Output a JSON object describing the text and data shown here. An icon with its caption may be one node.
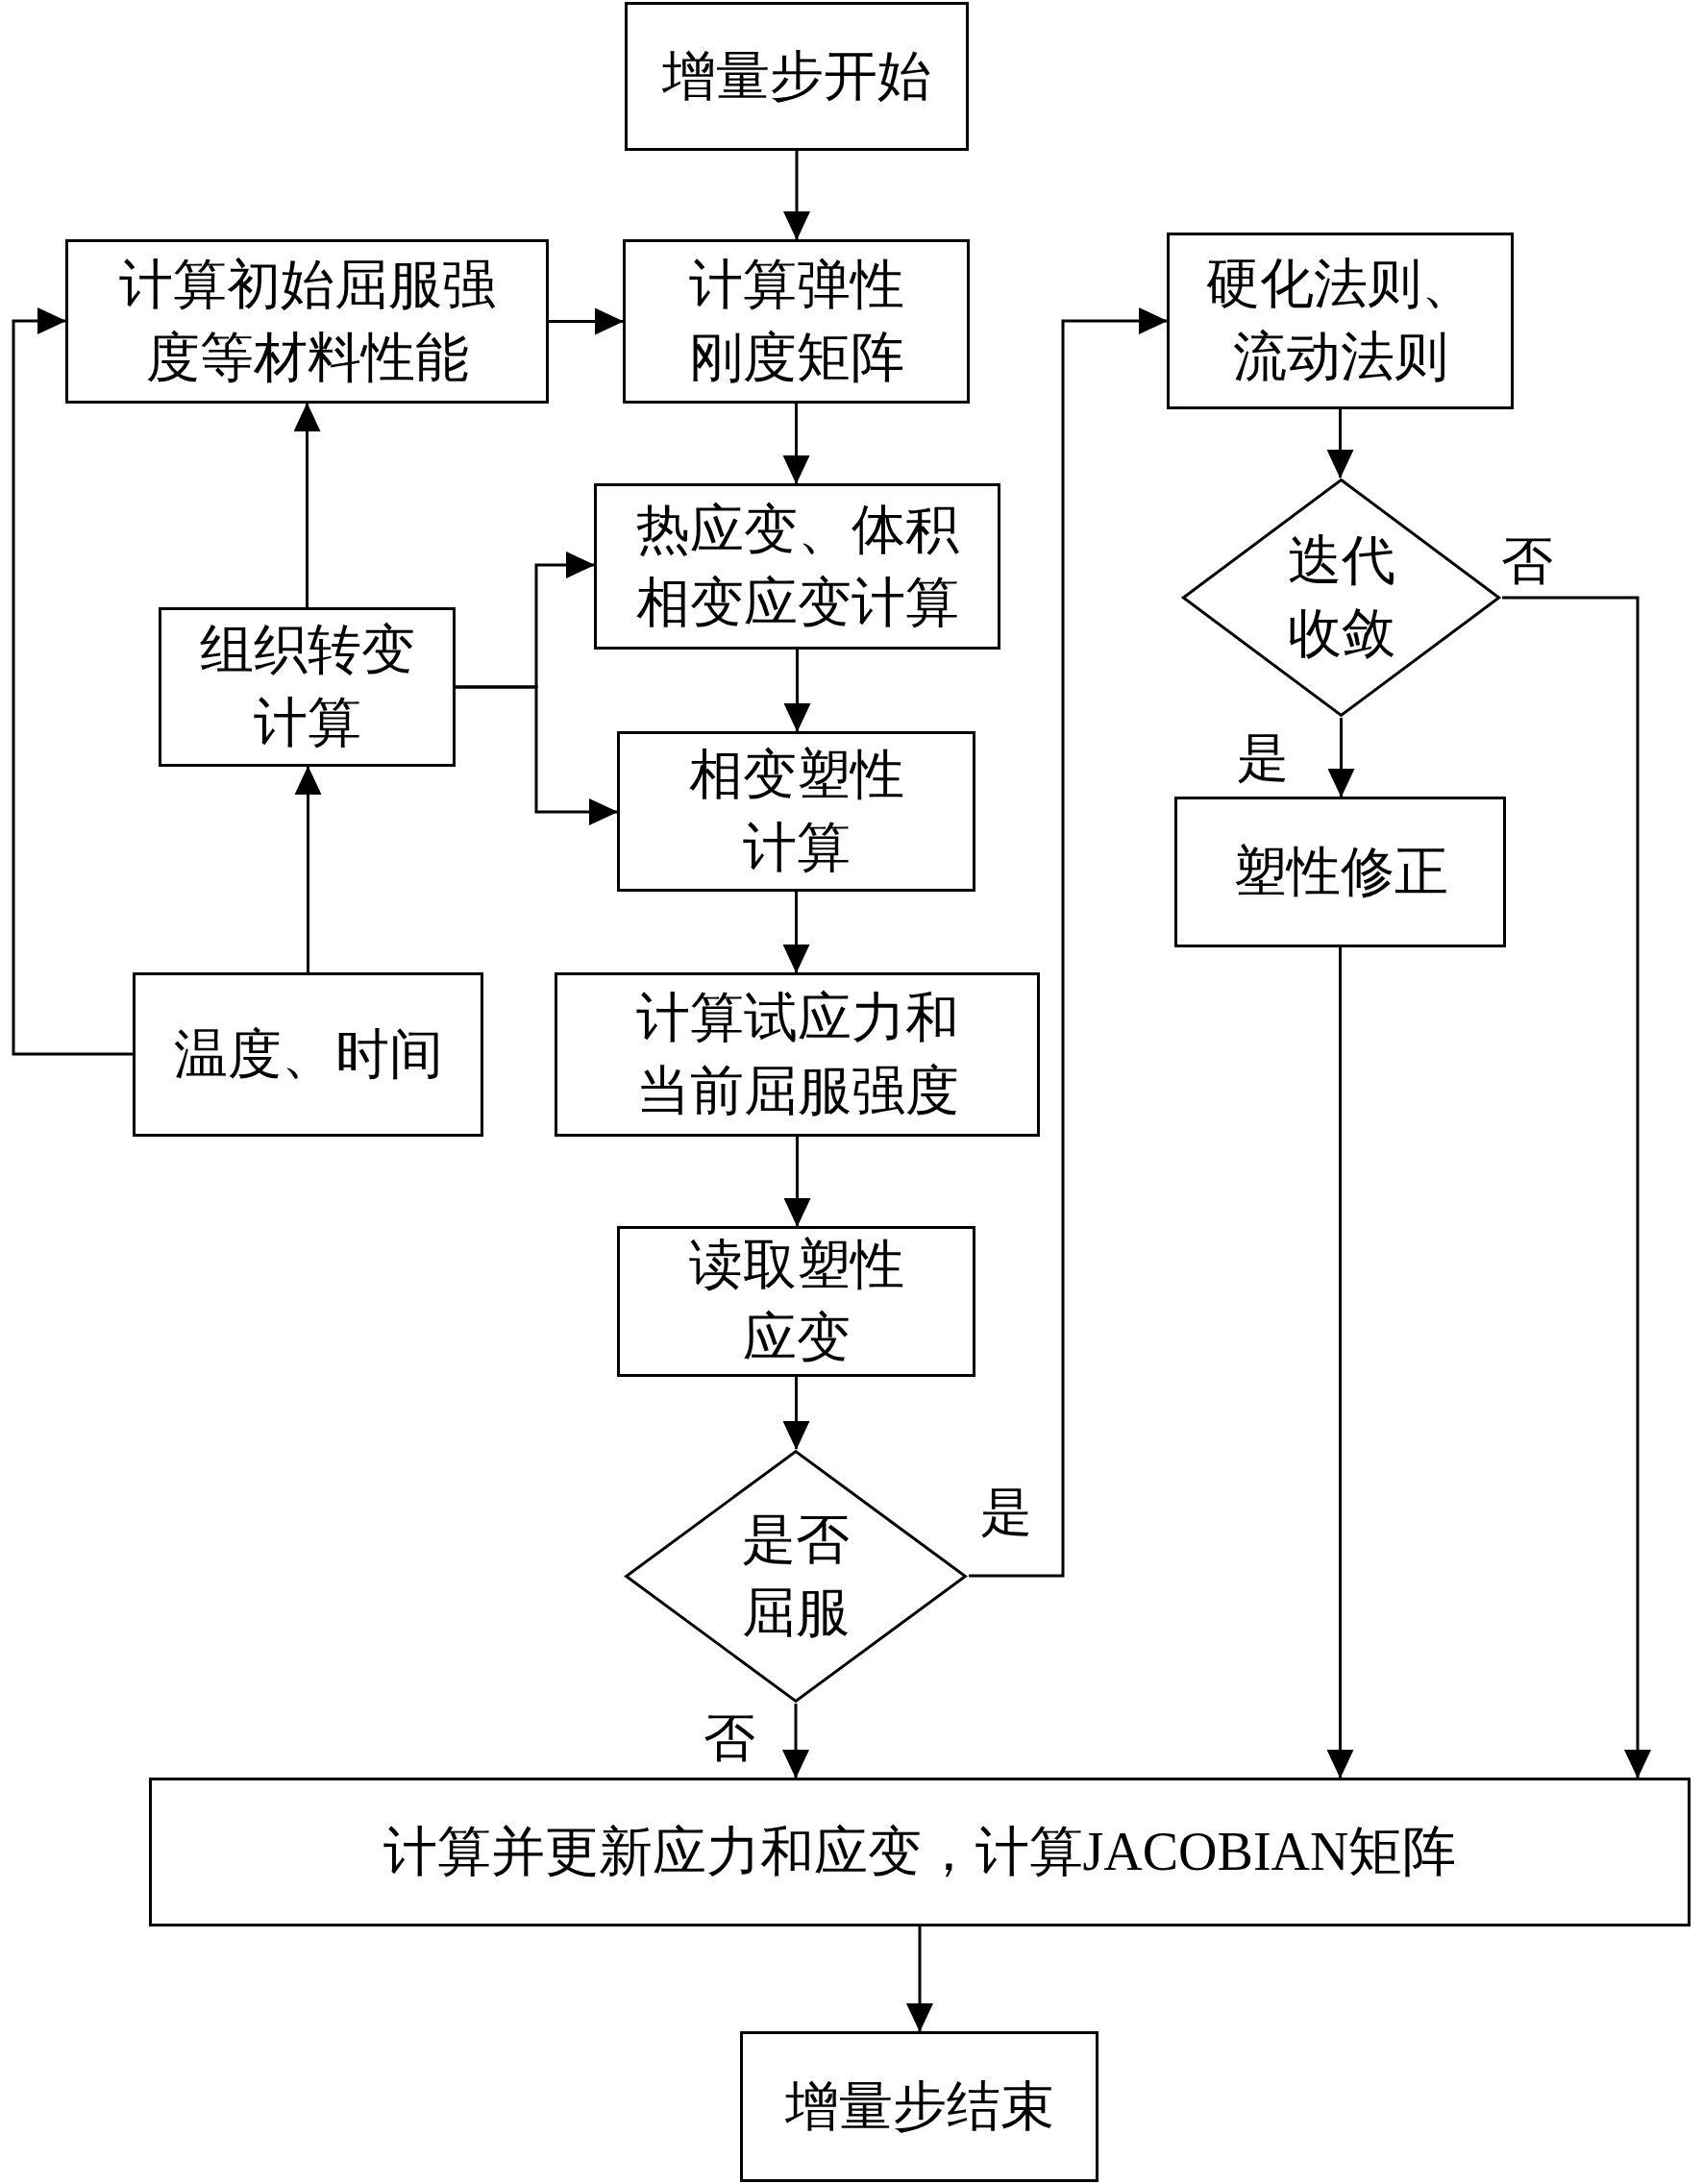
{
  "diagram": {
    "nodes": [
      {
        "text": [
          "增量步开始"
        ]
      },
      {
        "text": [
          "计算初始屈服强度等材料性能"
        ]
      },
      {
        "text": [
          "计算弹性刚度矩阵"
        ]
      },
      {
        "text": [
          "硬化法则、流动法则"
        ]
      },
      {
        "text": [
          "热应变、体积相变应变计算"
        ]
      },
      {
        "text": [
          "组织转变计算"
        ]
      },
      {
        "text": [
          "迭代收敛"
        ]
      },
      {
        "text": [
          "相变塑性计算"
        ]
      },
      {
        "text": [
          "塑性修正"
        ]
      },
      {
        "text": [
          "温度、时间"
        ]
      },
      {
        "text": [
          "计算试应力和当前屈服强度"
        ]
      },
      {
        "text": [
          "读取塑性应变"
        ]
      },
      {
        "text": [
          "是否屈服"
        ]
      },
      {
        "text": [
          "计算并更新应力和应变，计算JACOBIAN矩阵"
        ]
      },
      {
        "text": [
          "增量步结束"
        ]
      }
    ],
    "edges": [
      {
        "from": 0,
        "to": 2,
        "arrow": "to"
      },
      {
        "from": 1,
        "to": 2,
        "arrow": "to"
      },
      {
        "from": 2,
        "to": 4,
        "arrow": "to"
      },
      {
        "from": 4,
        "to": 7,
        "arrow": "to"
      },
      {
        "from": 5,
        "to": 4,
        "arrow": "to"
      },
      {
        "from": 5,
        "to": 7,
        "arrow": "to"
      },
      {
        "from": 9,
        "to": 5,
        "arrow": "to"
      },
      {
        "from": 5,
        "to": 1,
        "arrow": "to"
      },
      {
        "from": 9,
        "to": 1,
        "arrow": "to"
      },
      {
        "from": 7,
        "to": 10,
        "arrow": "to"
      },
      {
        "from": 10,
        "to": 11,
        "arrow": "to"
      },
      {
        "from": 11,
        "to": 12,
        "arrow": "to"
      },
      {
        "from": 12,
        "to": 3,
        "label": "是",
        "arrow": "to"
      },
      {
        "from": 12,
        "to": 13,
        "label": "否",
        "arrow": "to"
      },
      {
        "from": 3,
        "to": 6,
        "arrow": "to"
      },
      {
        "from": 6,
        "to": 8,
        "label": "是",
        "arrow": "to"
      },
      {
        "from": 6,
        "to": 13,
        "label": "否",
        "arrow": "to"
      },
      {
        "from": 8,
        "to": 13,
        "arrow": "to"
      },
      {
        "from": 13,
        "to": 14,
        "arrow": "to"
      }
    ]
  }
}
